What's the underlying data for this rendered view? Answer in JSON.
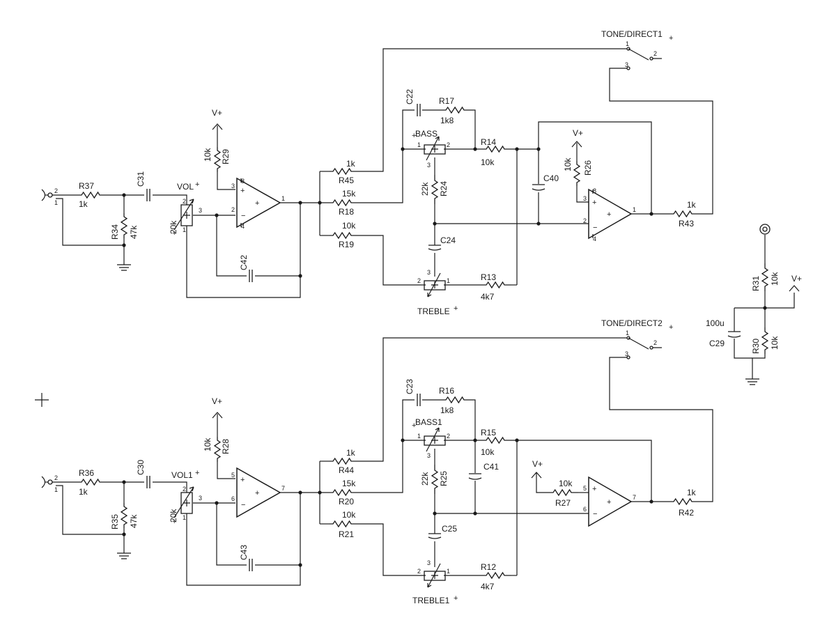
{
  "labels": {
    "tone1": "TONE/DIRECT1",
    "tone2": "TONE/DIRECT2",
    "vol": "VOL",
    "vol1": "VOL1",
    "bass": "BASS",
    "bass1": "BASS1",
    "treble": "TREBLE",
    "treble1": "TREBLE1",
    "vplus": "V+",
    "plus": "+"
  },
  "refs": {
    "r37": "R37",
    "r34": "R34",
    "c31": "C31",
    "r29": "R29",
    "c42": "C42",
    "r45": "R45",
    "r18": "R18",
    "r19": "R19",
    "c22": "C22",
    "r17": "R17",
    "r14": "R14",
    "r24": "R24",
    "c24": "C24",
    "r13": "R13",
    "c40": "C40",
    "r26": "R26",
    "r43": "R43",
    "r31": "R31",
    "r30": "R30",
    "c29": "C29",
    "r36": "R36",
    "r35": "R35",
    "c30": "C30",
    "r28": "R28",
    "c43": "C43",
    "r44": "R44",
    "r20": "R20",
    "r21": "R21",
    "c23": "C23",
    "r16": "R16",
    "r15": "R15",
    "r25": "R25",
    "c41": "C41",
    "c25": "C25",
    "r12": "R12",
    "r27": "R27",
    "r42": "R42"
  },
  "values": {
    "1k": "1k",
    "47k": "47k",
    "10k": "10k",
    "20k": "20k",
    "15k": "15k",
    "1k8": "1k8",
    "22k": "22k",
    "4k7": "4k7",
    "100u": "100u"
  },
  "pins": {
    "p1": "1",
    "p2": "2",
    "p3": "3",
    "p4": "4",
    "p5": "5",
    "p6": "6",
    "p7": "7",
    "p8": "8"
  }
}
